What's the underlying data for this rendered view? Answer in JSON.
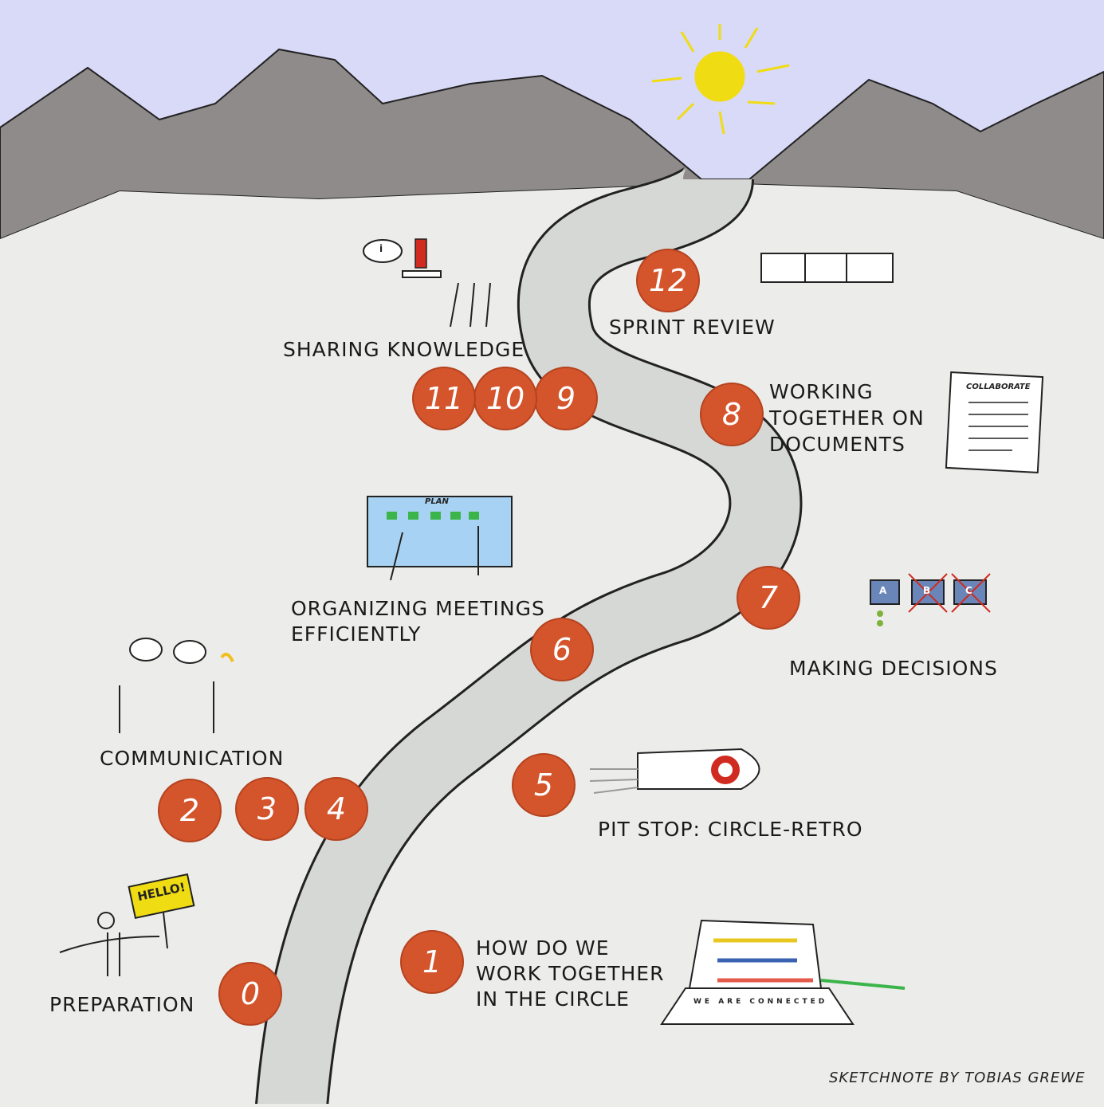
{
  "steps": [
    {
      "number": "0",
      "label": "PREPARATION"
    },
    {
      "number": "1",
      "label": "HOW DO WE\nWORK TOGETHER\nIN THE CIRCLE"
    },
    {
      "number": "2",
      "label": ""
    },
    {
      "number": "3",
      "label": ""
    },
    {
      "number": "4",
      "label": "COMMUNICATION"
    },
    {
      "number": "5",
      "label": "PIT STOP: CIRCLE-RETRO"
    },
    {
      "number": "6",
      "label": "ORGANIZING MEETINGS\nEFFICIENTLY"
    },
    {
      "number": "7",
      "label": "MAKING DECISIONS"
    },
    {
      "number": "8",
      "label": "WORKING\nTOGETHER ON\nDOCUMENTS"
    },
    {
      "number": "9",
      "label": ""
    },
    {
      "number": "10",
      "label": ""
    },
    {
      "number": "11",
      "label": "SHARING KNOWLEDGE"
    },
    {
      "number": "12",
      "label": "SPRINT REVIEW"
    }
  ],
  "illustrations": {
    "hello_sign": "HELLO!",
    "plan_board": "PLAN",
    "document_title": "COLLABORATE",
    "laptop_keys": "WE ARE CONNECTED",
    "decision_options": [
      "A",
      "B",
      "C"
    ],
    "info_symbol": "i"
  },
  "signature": "SKETCHNOTE BY TOBIAS GREWE",
  "colors": {
    "sky": "#d9d9f8",
    "mountain": "#8f8b8b",
    "ground": "#ececea",
    "road": "#d6d8d6",
    "step": "#d4542b",
    "sun": "#f0dc12"
  }
}
